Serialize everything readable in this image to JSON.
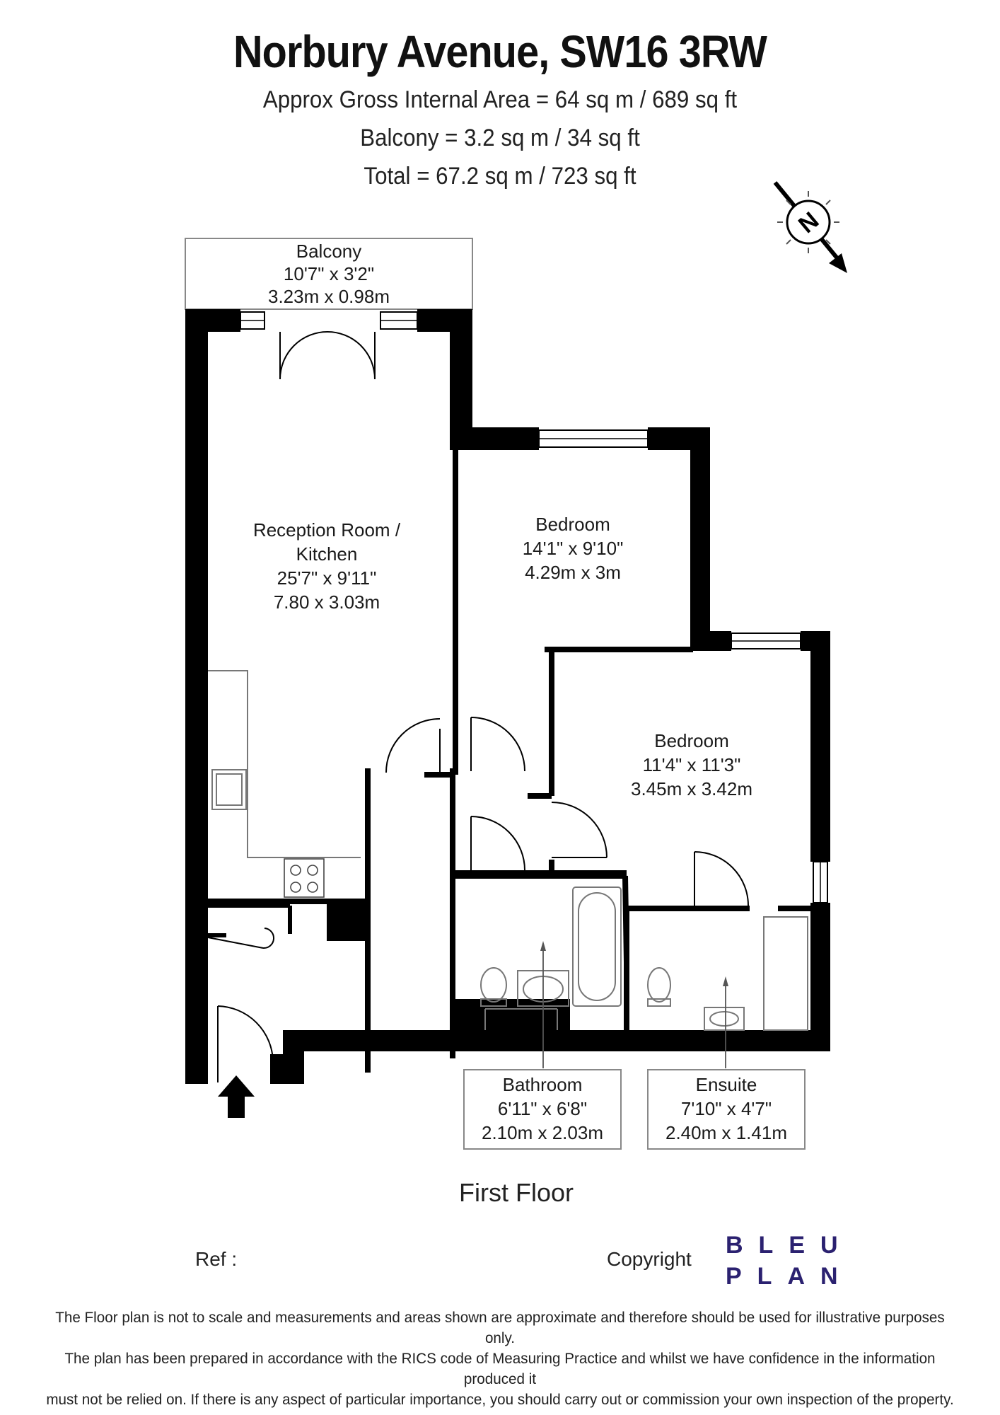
{
  "header": {
    "title": "Norbury Avenue, SW16 3RW",
    "gross_area": "Approx Gross Internal Area = 64 sq m / 689 sq ft",
    "balcony_area": "Balcony = 3.2 sq m / 34 sq ft",
    "total_area": "Total = 67.2 sq m / 723 sq ft"
  },
  "compass": {
    "letter": "N"
  },
  "rooms": {
    "balcony": {
      "name": "Balcony",
      "imperial": "10'7\" x 3'2\"",
      "metric": "3.23m x 0.98m"
    },
    "reception": {
      "name_line1": "Reception Room /",
      "name_line2": "Kitchen",
      "imperial": "25'7\" x 9'11\"",
      "metric": "7.80 x 3.03m"
    },
    "bedroom1": {
      "name": "Bedroom",
      "imperial": "14'1\" x 9'10\"",
      "metric": "4.29m x 3m"
    },
    "bedroom2": {
      "name": "Bedroom",
      "imperial": "11'4\" x 11'3\"",
      "metric": "3.45m x 3.42m"
    },
    "bathroom": {
      "name": "Bathroom",
      "imperial": "6'11\" x 6'8\"",
      "metric": "2.10m x 2.03m"
    },
    "ensuite": {
      "name": "Ensuite",
      "imperial": "7'10\" x 4'7\"",
      "metric": "2.40m x 1.41m"
    }
  },
  "floor_label": "First Floor",
  "footer": {
    "ref": "Ref  :",
    "copyright": "Copyright",
    "logo_line1": "BLEU",
    "logo_line2": "PLAN",
    "disclaimer_1": "The Floor plan is not to scale and measurements and areas shown are approximate and therefore should be used for illustrative purposes only.",
    "disclaimer_2": "The plan has been prepared in accordance with the RICS code of Measuring Practice and whilst we have confidence in the information produced it",
    "disclaimer_3": "must not be relied on. If there is any aspect of particular importance, you should carry out or commission your own inspection of the property."
  },
  "colors": {
    "wall": "#000000",
    "logo": "#2b2170",
    "line": "#777777"
  }
}
